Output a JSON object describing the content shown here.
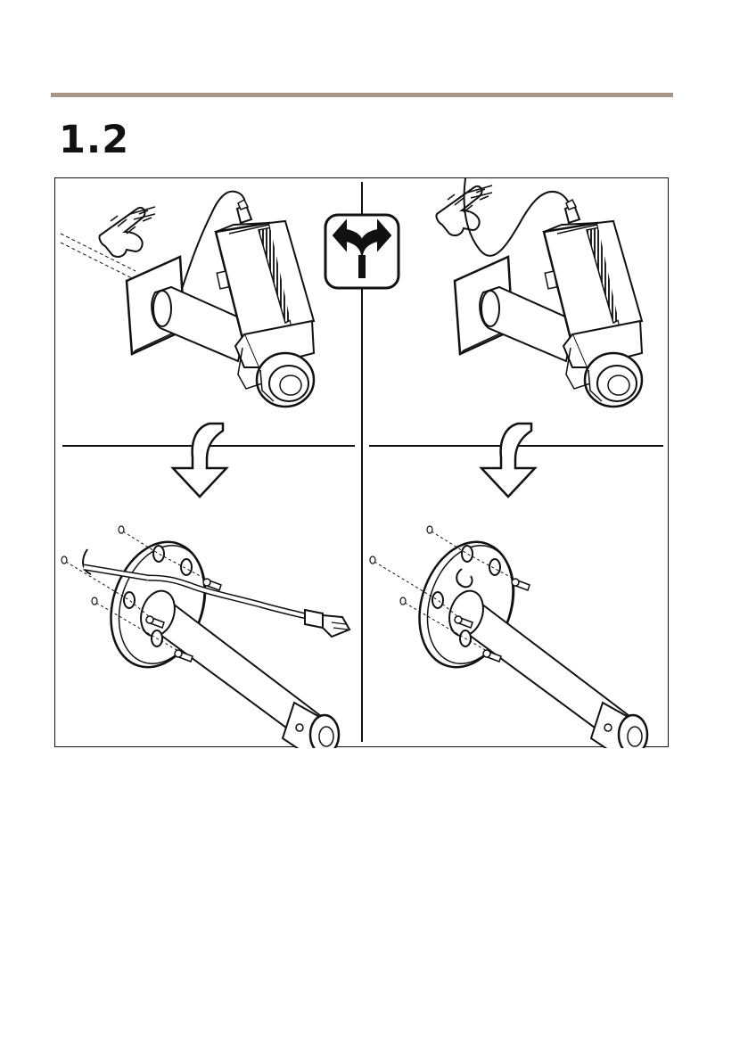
{
  "header": {
    "section_number": "1.2"
  },
  "figure": {
    "icons": [
      "pointing-hand-icon",
      "choice-arrows-icon",
      "down-arrow-icon"
    ],
    "panels": [
      "top-left-camera",
      "top-right-camera",
      "bottom-left-bracket",
      "bottom-right-bracket"
    ]
  },
  "colors": {
    "rule": "#a69689",
    "line": "#111111"
  }
}
